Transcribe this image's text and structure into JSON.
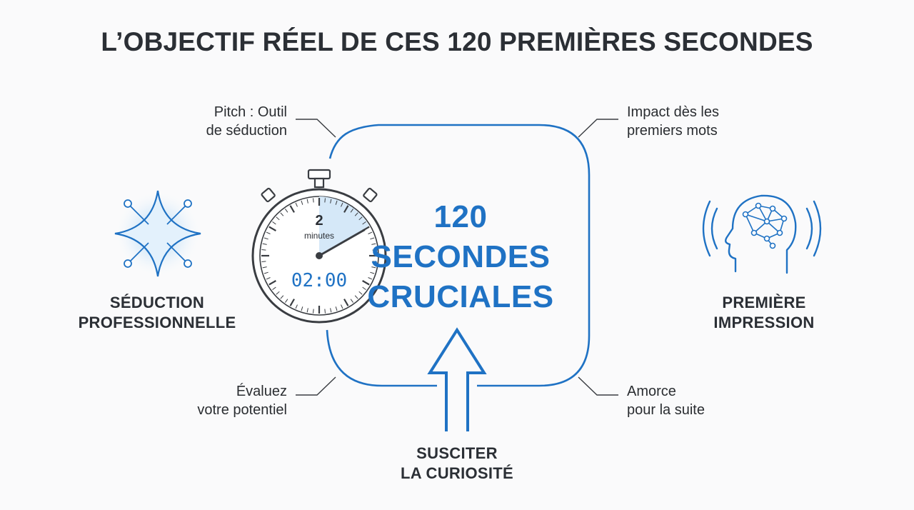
{
  "title": "L’OBJECTIF RÉEL DE CES 120 PREMIÈRES SECONDES",
  "center": {
    "line1": "120",
    "line2": "SECONDES",
    "line3": "CRUCIALES"
  },
  "stopwatch": {
    "dial_number": "2",
    "dial_unit": "minutes",
    "digital": "02:00"
  },
  "notes": {
    "top_left": [
      "Pitch : Outil",
      "de séduction"
    ],
    "top_right": [
      "Impact dès les",
      "premiers mots"
    ],
    "bottom_left": [
      "Évaluez",
      "votre potentiel"
    ],
    "bottom_right": [
      "Amorce",
      "pour la suite"
    ]
  },
  "pillars": {
    "left": [
      "SÉDUCTION",
      "PROFESSIONNELLE"
    ],
    "right": [
      "PREMIÈRE",
      "IMPRESSION"
    ],
    "bottom": [
      "SUSCITER",
      "LA CURIOSITÉ"
    ]
  },
  "icons": {
    "left": "sparkle-star-icon",
    "right": "head-brain-network-icon",
    "center": "stopwatch-icon",
    "bottom": "up-arrow-icon"
  },
  "colors": {
    "accent": "#1f72c4",
    "text": "#2b2f35",
    "glow": "#8cc4f0"
  }
}
